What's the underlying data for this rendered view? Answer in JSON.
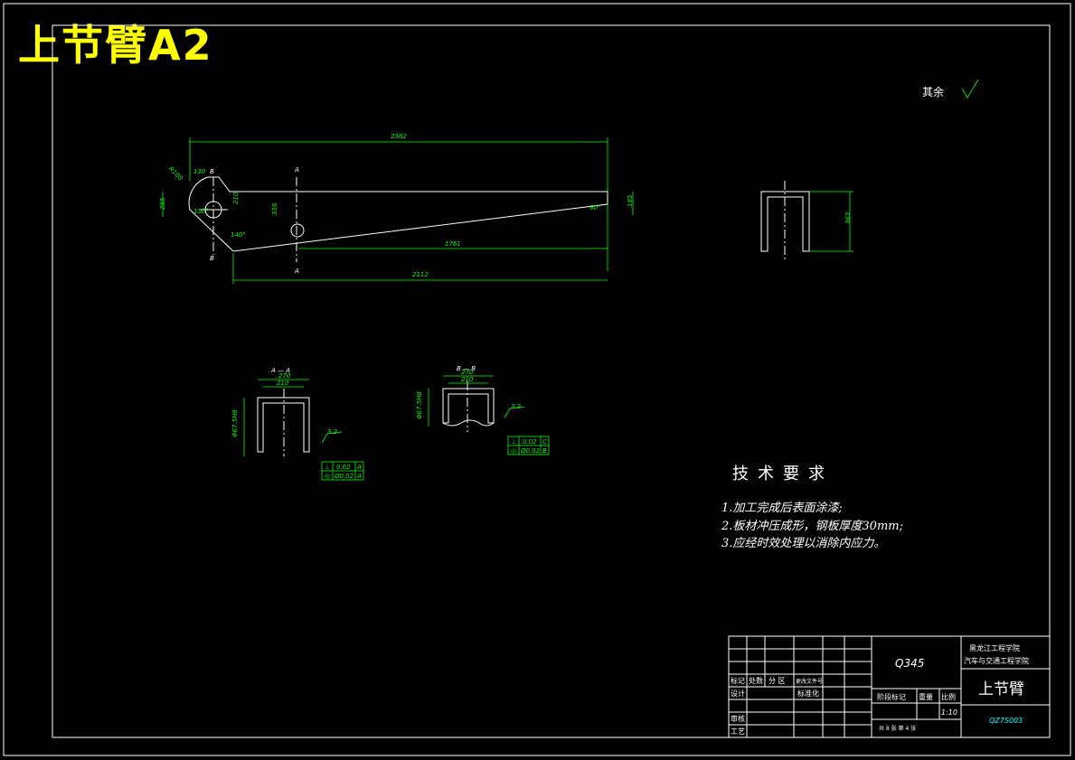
{
  "heading": "上节臂A2",
  "roughness": "其余",
  "main_view": {
    "dims": {
      "overall": "2362",
      "bottom": "2112",
      "sloped": "1761",
      "d130": "130",
      "radius": "R100",
      "right_h": "185",
      "left_h": "285",
      "d210": "210",
      "d356": "356",
      "a150": "150°",
      "a140": "140°",
      "a90": "90°"
    },
    "section_marks": {
      "a_top": "A",
      "a_bottom": "A",
      "b_top": "B",
      "b_bottom": "B"
    }
  },
  "side_view": {
    "height_dim": "363"
  },
  "section_a": {
    "label": "A — A",
    "width_outer": "270",
    "width_inner": "210",
    "hole_dim": "Φ67.5H8",
    "roughness_val": "3.2",
    "tol_row1": [
      "⊥",
      "0.02",
      "A"
    ],
    "tol_row2": [
      "◎",
      "Ø0.02",
      "A"
    ]
  },
  "section_b": {
    "label": "B — B",
    "width_outer": "270",
    "width_inner": "210",
    "hole_dim": "Φ67.5H8",
    "roughness_val": "3.2",
    "tol_row1": [
      "⊥",
      "0.02",
      "C"
    ],
    "tol_row2": [
      "◎",
      "Ø0.02",
      "B"
    ]
  },
  "tech": {
    "title": "技术要求",
    "items": [
      "1.加工完成后表面涂漆;",
      "2.板材冲压成形，钢板厚度30mm;",
      "3.应经时效处理以消除内应力。"
    ]
  },
  "title_block": {
    "material": "Q345",
    "school1": "黑龙江工程学院",
    "school2": "汽车与交通工程学院",
    "part_name": "上节臂",
    "drawing_no": "QZ7S003",
    "scale": "1:10",
    "sheet": "共 8 张  第 4 张",
    "labels": {
      "mark": "标记",
      "count": "处数",
      "zone": "分 区",
      "change_doc": "更改文件号",
      "design": "设计",
      "standardize": "标准化",
      "review": "审核",
      "process": "工艺",
      "stage": "阶段标记",
      "weight": "重量",
      "ratio": "比例"
    }
  }
}
